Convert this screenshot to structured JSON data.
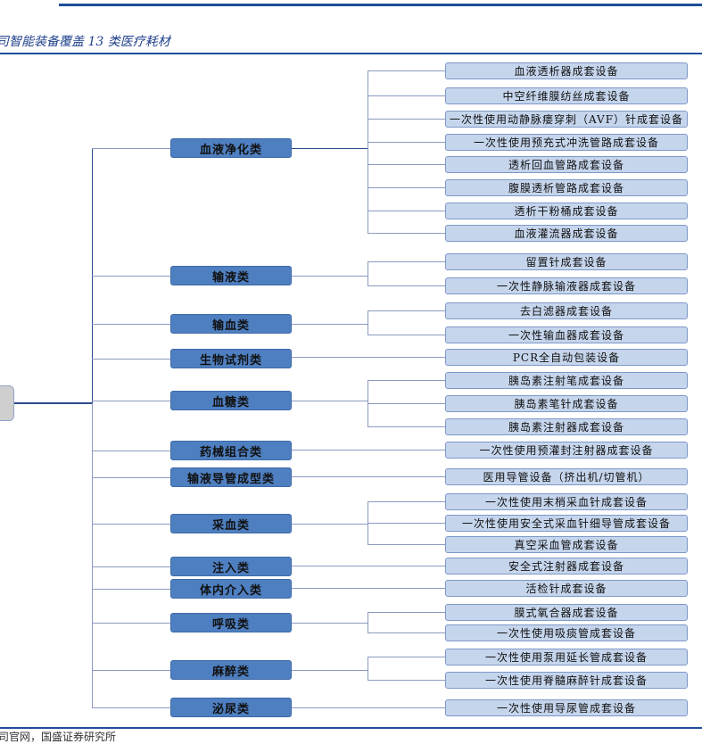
{
  "header": {
    "title": "司智能装备覆盖 13 类医疗耗材"
  },
  "footer": {
    "source": "司官网，国盛证券研究所"
  },
  "colors": {
    "category_fill": "#4e7fc0",
    "leaf_fill": "#c5d5ec",
    "rule": "#1f4e9a",
    "root_fill": "#cfcfcf"
  },
  "categories": [
    {
      "label": "血液净化类",
      "children": [
        "血液透析器成套设备",
        "中空纤维膜纺丝成套设备",
        "一次性使用动静脉瘘穿刺（AVF）针成套设备",
        "一次性使用预充式冲洗管路成套设备",
        "透析回血管路成套设备",
        "腹膜透析管路成套设备",
        "透析干粉桶成套设备",
        "血液灌流器成套设备"
      ]
    },
    {
      "label": "输液类",
      "children": [
        "留置针成套设备",
        "一次性静脉输液器成套设备"
      ]
    },
    {
      "label": "输血类",
      "children": [
        "去白滤器成套设备",
        "一次性输血器成套设备"
      ]
    },
    {
      "label": "生物试剂类",
      "children": [
        "PCR全自动包装设备"
      ]
    },
    {
      "label": "血糖类",
      "children": [
        "胰岛素注射笔成套设备",
        "胰岛素笔针成套设备",
        "胰岛素注射器成套设备"
      ]
    },
    {
      "label": "药械组合类",
      "children": [
        "一次性使用预灌封注射器成套设备"
      ]
    },
    {
      "label": "输液导管成型类",
      "children": [
        "医用导管设备（挤出机/切管机）"
      ]
    },
    {
      "label": "采血类",
      "children": [
        "一次性使用末梢采血针成套设备",
        "一次性使用安全式采血针细导管成套设备",
        "真空采血管成套设备"
      ]
    },
    {
      "label": "注入类",
      "children": [
        "安全式注射器成套设备"
      ]
    },
    {
      "label": "体内介入类",
      "children": [
        "活检针成套设备"
      ]
    },
    {
      "label": "呼吸类",
      "children": [
        "膜式氧合器成套设备",
        "一次性使用吸痰管成套设备"
      ]
    },
    {
      "label": "麻醉类",
      "children": [
        "一次性使用泵用延长管成套设备",
        "一次性使用脊髓麻醉针成套设备"
      ]
    },
    {
      "label": "泌尿类",
      "children": [
        "一次性使用导尿管成套设备"
      ]
    }
  ]
}
